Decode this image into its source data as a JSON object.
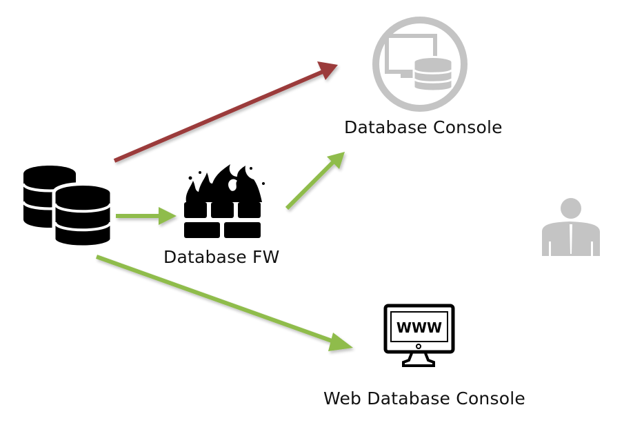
{
  "diagram": {
    "nodes": [
      {
        "id": "databases",
        "icon": "database-stack-icon",
        "label": ""
      },
      {
        "id": "database_fw",
        "icon": "firewall-icon",
        "label": "Database FW"
      },
      {
        "id": "database_console",
        "icon": "database-console-icon",
        "label": "Database Console"
      },
      {
        "id": "web_database_console",
        "icon": "www-monitor-icon",
        "label": "Web Database Console"
      },
      {
        "id": "user",
        "icon": "user-icon",
        "label": ""
      }
    ],
    "edges": [
      {
        "from": "databases",
        "to": "database_console",
        "color": "#9b3a3a",
        "status": "blocked-path"
      },
      {
        "from": "databases",
        "to": "database_fw",
        "color": "#8fbc4b",
        "status": "allowed"
      },
      {
        "from": "database_fw",
        "to": "database_console",
        "color": "#8fbc4b",
        "status": "allowed"
      },
      {
        "from": "databases",
        "to": "web_database_console",
        "color": "#8fbc4b",
        "status": "allowed"
      }
    ],
    "colors": {
      "icon_dark": "#000000",
      "icon_gray": "#c4c4c4",
      "arrow_red": "#9b3a3a",
      "arrow_green": "#8fbc4b"
    }
  }
}
